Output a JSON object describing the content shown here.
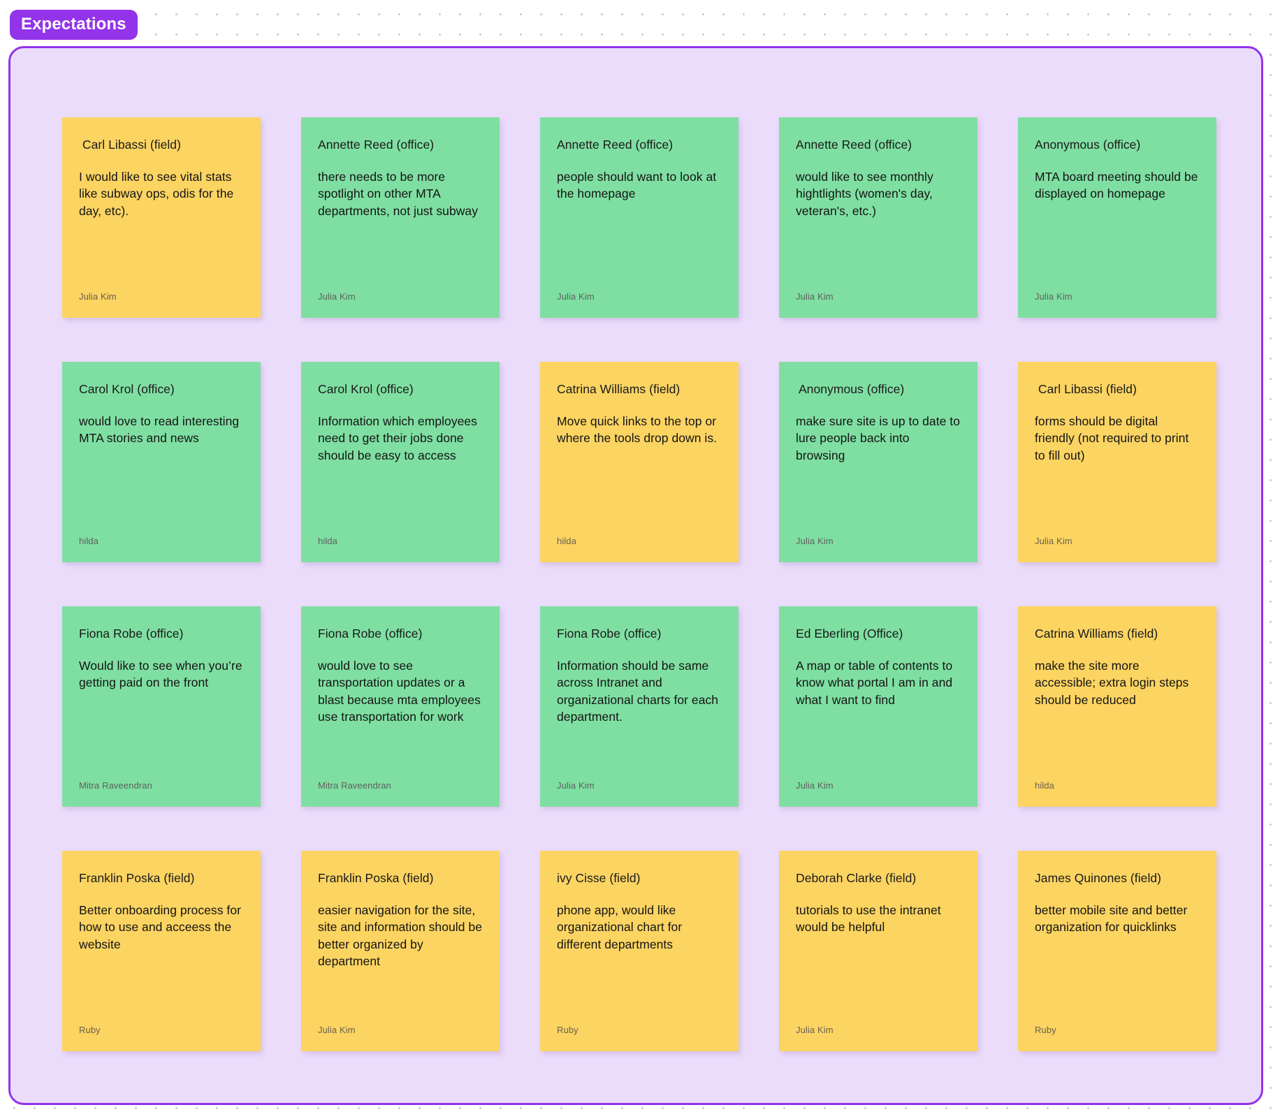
{
  "frame": {
    "label": "Expectations",
    "label_bg": "#9333ea",
    "board_bg": "#ecdcfb",
    "board_border": "#9333ea"
  },
  "colors": {
    "note_green": "#7fdfa2",
    "note_yellow": "#fcd462",
    "note_text": "#141414",
    "owner_text": "#5f5f5f",
    "canvas_bg": "#ffffff",
    "canvas_dot": "#c9c9c9"
  },
  "notes": [
    {
      "color": "green",
      "attribution": " Carl Libassi (field)",
      "body": "I would like to see vital stats like subway ops, odis for the day, etc).",
      "owner": "Julia Kim",
      "swatch": "yellow"
    },
    {
      "color": "green",
      "attribution": "Annette Reed (office)",
      "body": "there needs to be more spotlight on other MTA departments, not just subway",
      "owner": "Julia Kim",
      "swatch": "green"
    },
    {
      "color": "green",
      "attribution": "Annette Reed (office)",
      "body": "people should want to look at the homepage",
      "owner": "Julia Kim",
      "swatch": "green"
    },
    {
      "color": "green",
      "attribution": "Annette Reed (office)",
      "body": "would like to see monthly hightlights (women's day, veteran's, etc.)",
      "owner": "Julia Kim",
      "swatch": "green"
    },
    {
      "color": "green",
      "attribution": "Anonymous (office)",
      "body": "MTA board meeting should be displayed on homepage",
      "owner": "Julia Kim",
      "swatch": "green"
    },
    {
      "color": "green",
      "attribution": "Carol Krol (office)",
      "body": "would love to read interesting MTA stories and news",
      "owner": "hilda",
      "swatch": "green"
    },
    {
      "color": "green",
      "attribution": "Carol Krol (office)",
      "body": "Information which employees need to get their jobs done should be easy to access",
      "owner": "hilda",
      "swatch": "green"
    },
    {
      "color": "yellow",
      "attribution": "Catrina Williams (field)",
      "body": "Move quick links to the top or where the tools drop down is.",
      "owner": "hilda",
      "swatch": "yellow"
    },
    {
      "color": "green",
      "attribution": " Anonymous (office)",
      "body": "make sure site is up to date to lure people back into browsing",
      "owner": "Julia Kim",
      "swatch": "green"
    },
    {
      "color": "yellow",
      "attribution": " Carl Libassi (field)",
      "body": "forms should be digital friendly (not required to print to fill out)",
      "owner": "Julia Kim",
      "swatch": "yellow"
    },
    {
      "color": "green",
      "attribution": "Fiona Robe (office)",
      "body": "Would like to see when you’re getting paid on the front",
      "owner": "Mitra Raveendran",
      "swatch": "green"
    },
    {
      "color": "green",
      "attribution": "Fiona Robe (office)",
      "body": "would love to see transportation updates or a blast because mta employees use transportation for work",
      "owner": "Mitra Raveendran",
      "swatch": "green"
    },
    {
      "color": "green",
      "attribution": "Fiona Robe (office)",
      "body": "Information should be same across Intranet and organizational charts for each department.",
      "owner": "Julia Kim",
      "swatch": "green"
    },
    {
      "color": "green",
      "attribution": "Ed Eberling (Office)",
      "body": "A map or table of contents to know what portal I am in and what I want to find",
      "owner": "Julia Kim",
      "swatch": "green"
    },
    {
      "color": "yellow",
      "attribution": "Catrina Williams (field)",
      "body": "make the site more accessible; extra login steps should be reduced",
      "owner": "hilda",
      "swatch": "yellow"
    },
    {
      "color": "yellow",
      "attribution": "Franklin Poska (field)",
      "body": "Better onboarding process for how to use and acceess the website",
      "owner": "Ruby",
      "swatch": "yellow"
    },
    {
      "color": "yellow",
      "attribution": "Franklin Poska (field)",
      "body": "easier navigation for the site, site and information should be better organized by department",
      "owner": "Julia Kim",
      "swatch": "yellow"
    },
    {
      "color": "yellow",
      "attribution": "ivy Cisse (field)",
      "body": "phone app, would like organizational chart for different departments",
      "owner": "Ruby",
      "swatch": "yellow"
    },
    {
      "color": "yellow",
      "attribution": "Deborah Clarke (field)",
      "body": "tutorials to use the intranet would be helpful",
      "owner": "Julia Kim",
      "swatch": "yellow"
    },
    {
      "color": "yellow",
      "attribution": "James Quinones (field)",
      "body": "better mobile site and better organization for quicklinks",
      "owner": "Ruby",
      "swatch": "yellow"
    }
  ]
}
